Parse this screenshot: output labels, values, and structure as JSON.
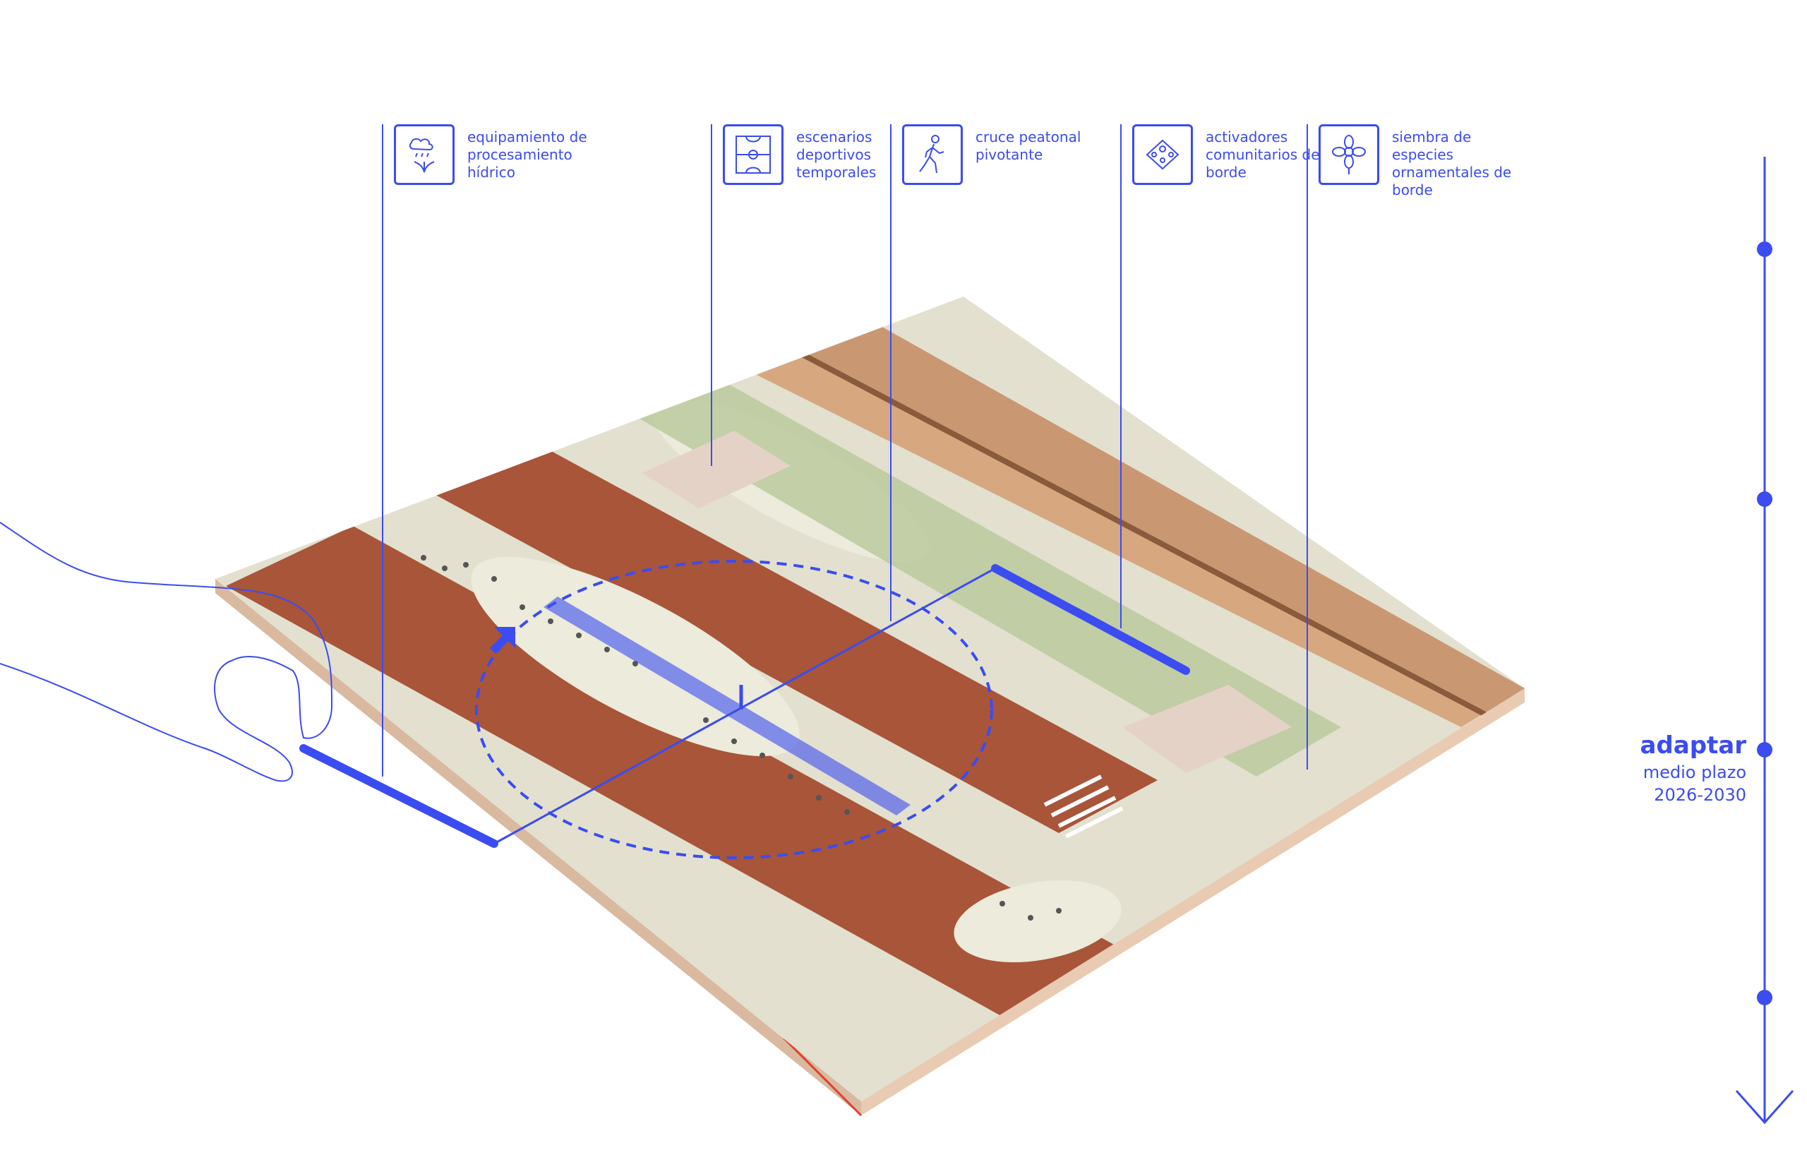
{
  "legend": {
    "items": [
      {
        "icon": "rain-plant-icon",
        "label": "equipamiento de procesamiento hídrico"
      },
      {
        "icon": "sports-court-icon",
        "label": "escenarios deportivos temporales"
      },
      {
        "icon": "pedestrian-icon",
        "label": "cruce peatonal pivotante"
      },
      {
        "icon": "community-icon",
        "label": "activadores comunitarios de borde"
      },
      {
        "icon": "flower-icon",
        "label": "siembra de especies ornamentales de borde"
      }
    ]
  },
  "timeline": {
    "phase_name": "adaptar",
    "phase_term": "medio plazo",
    "phase_years": "2026-2030"
  },
  "colors": {
    "accent": "#3b4cf0",
    "runway": "#a8553a",
    "ground": "#e3e0cf",
    "roof": "#d7a77f",
    "tree": "#7ea55e"
  }
}
